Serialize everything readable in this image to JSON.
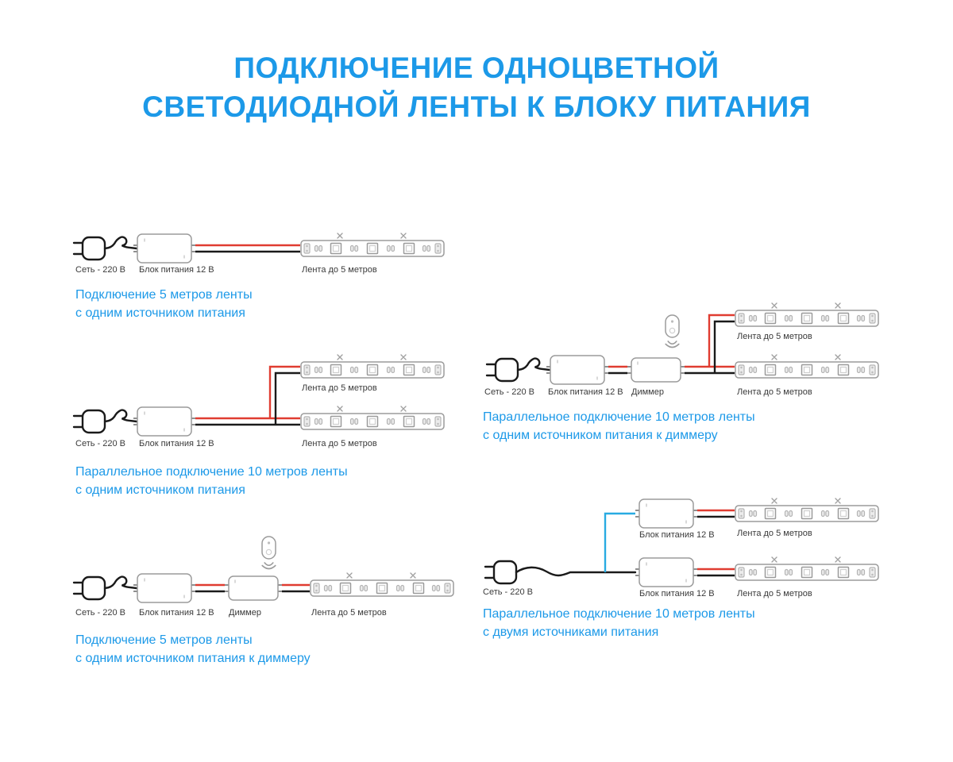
{
  "title": {
    "line1": "ПОДКЛЮЧЕНИЕ ОДНОЦВЕТНОЙ",
    "line2": "СВЕТОДИОДНОЙ ЛЕНТЫ К БЛОКУ ПИТАНИЯ"
  },
  "labels": {
    "mains": "Сеть - 220 В",
    "psu": "Блок питания 12 В",
    "dimmer": "Диммер",
    "strip": "Лента до 5 метров"
  },
  "diagrams": {
    "d1": {
      "caption1": "Подключение 5 метров ленты",
      "caption2": "с одним источником питания"
    },
    "d2": {
      "caption1": "Параллельное подключение 10 метров ленты",
      "caption2": "с одним источником питания"
    },
    "d3": {
      "caption1": "Подключение 5 метров ленты",
      "caption2": "с одним источником питания к диммеру"
    },
    "d4": {
      "caption1": "Параллельное подключение 10 метров ленты",
      "caption2": "с одним источником питания к диммеру"
    },
    "d5": {
      "caption1": "Параллельное подключение 10 метров ленты",
      "caption2": "с двумя источниками питания"
    }
  },
  "colors": {
    "accent": "#1c99e8",
    "wire_red": "#e03c31",
    "wire_black": "#1a1a1a",
    "wire_blue": "#29abe2",
    "outline": "#9b9b9b"
  }
}
